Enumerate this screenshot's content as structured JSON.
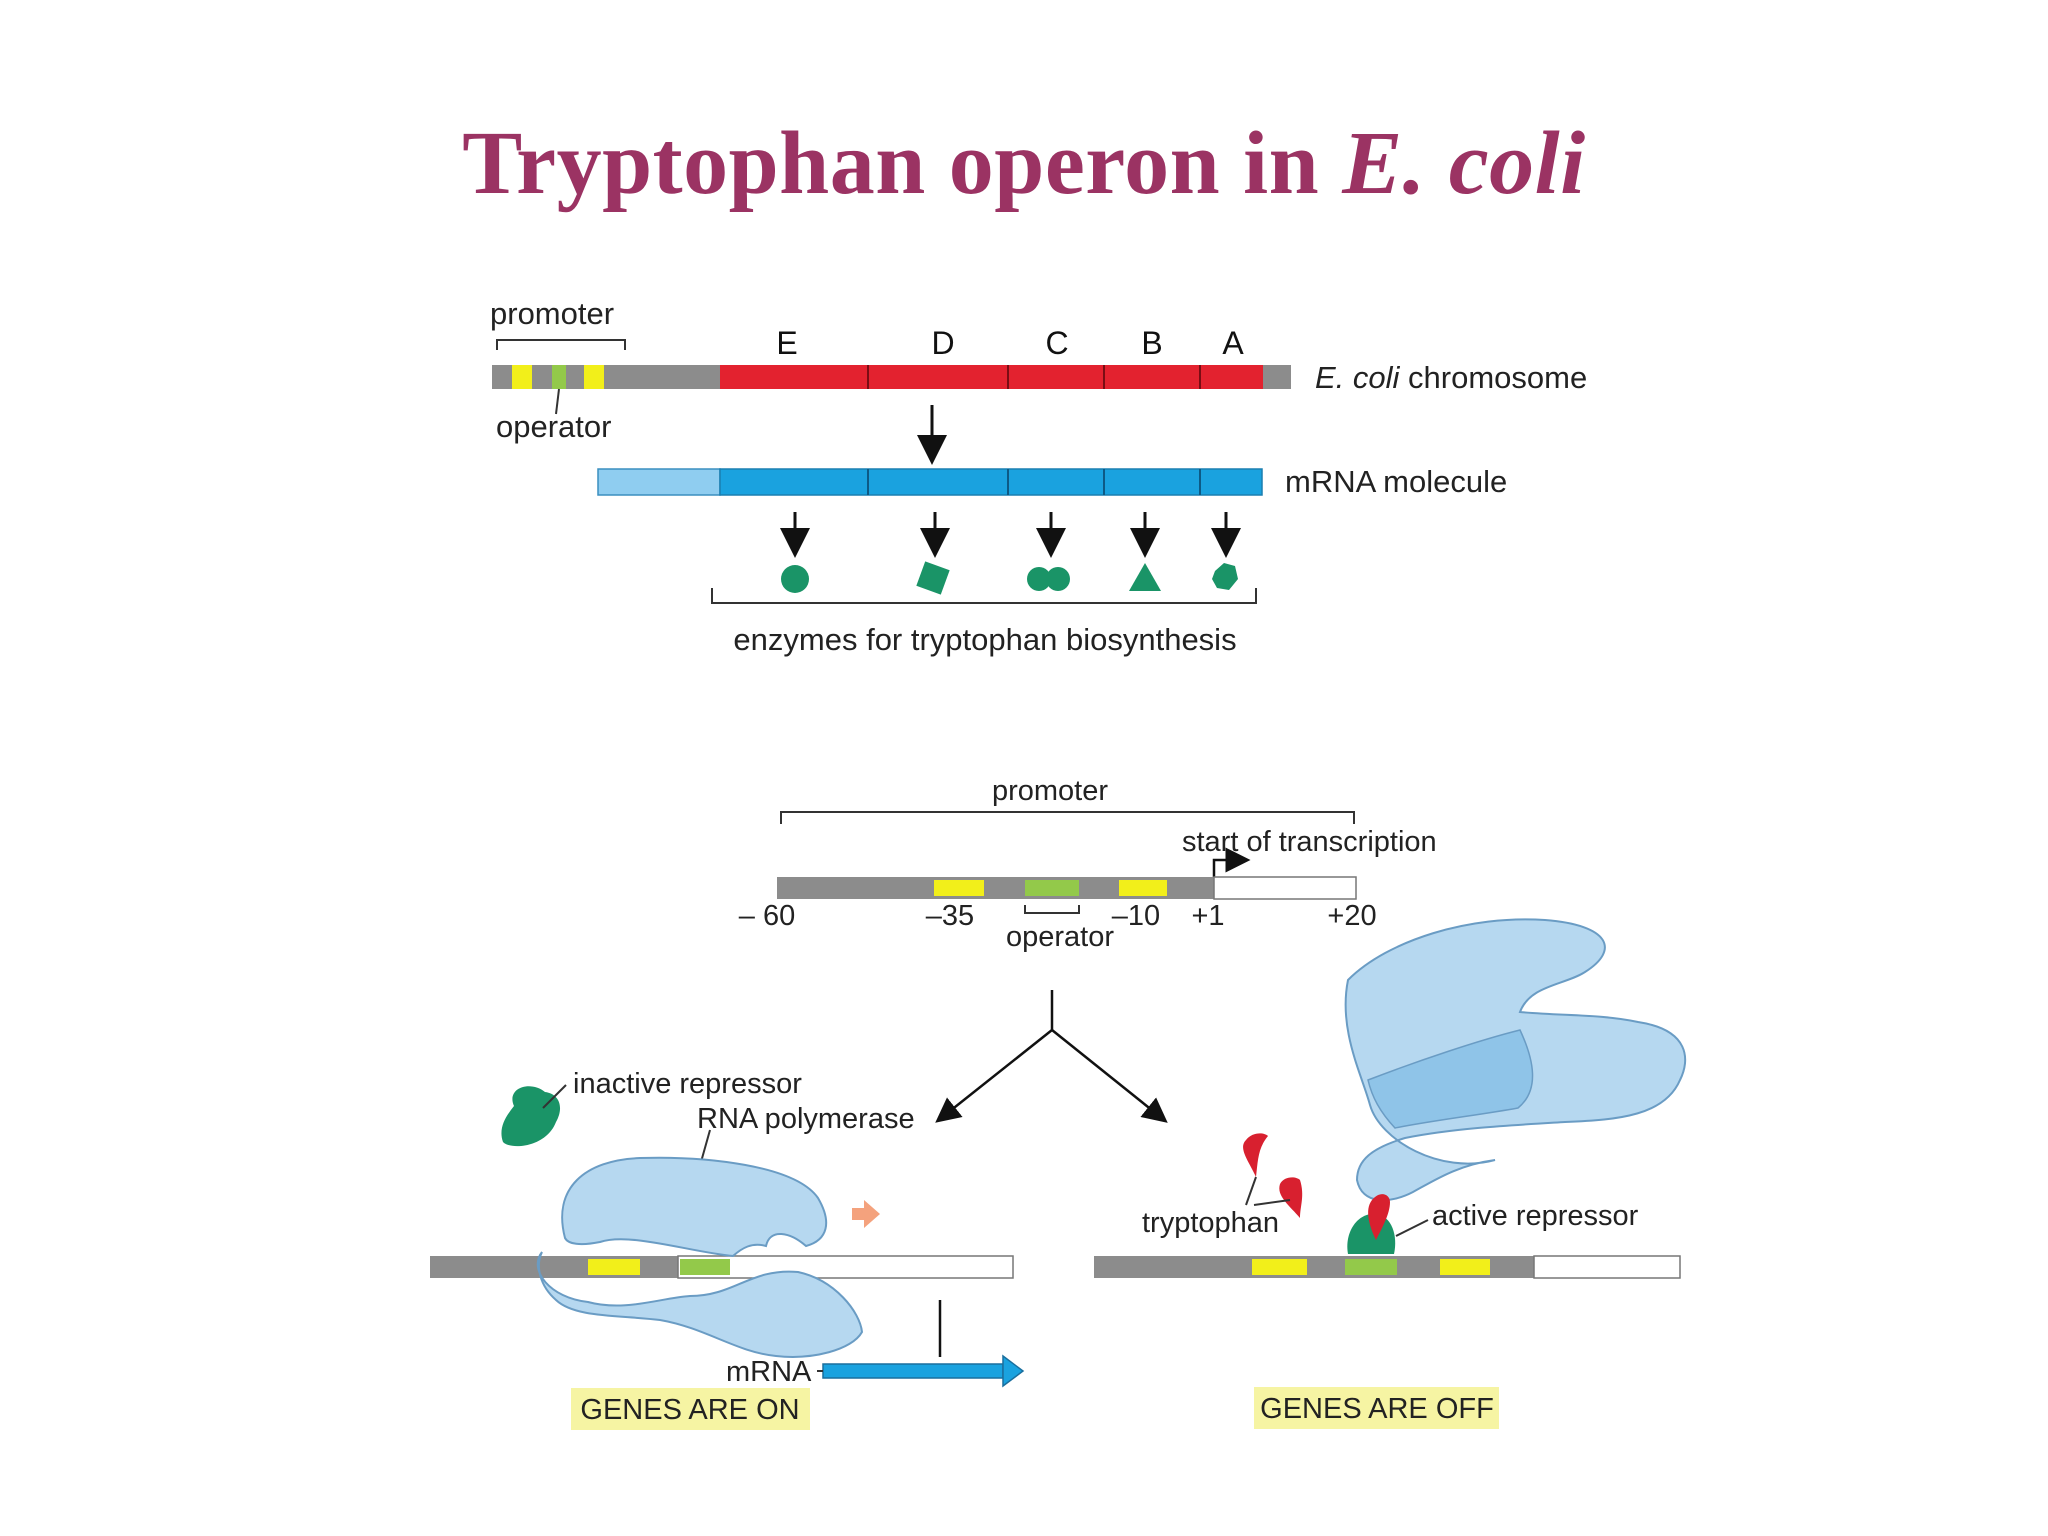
{
  "title": {
    "main": "Tryptophan operon in ",
    "italic": "E. coli"
  },
  "top_panel": {
    "promoter_label": "promoter",
    "operator_label": "operator",
    "genes": [
      "E",
      "D",
      "C",
      "B",
      "A"
    ],
    "chromosome_label_italic": "E. coli",
    "chromosome_label_rest": " chromosome",
    "mrna_label": "mRNA molecule",
    "enzymes_label": "enzymes for tryptophan biosynthesis"
  },
  "bottom_panel": {
    "promoter_label": "promoter",
    "start_label": "start of transcription",
    "positions": [
      "– 60",
      "–35",
      "–10",
      "+1",
      "+20"
    ],
    "operator_label": "operator",
    "inactive_repressor_label": "inactive repressor",
    "rna_polymerase_label": "RNA polymerase",
    "mrna_label": "mRNA",
    "genes_on_label": "GENES ARE ON",
    "tryptophan_label": "tryptophan",
    "active_repressor_label": "active repressor",
    "genes_off_label": "GENES ARE OFF"
  },
  "colors": {
    "title": "#9b3363",
    "gene_red": "#e3222f",
    "mrna_blue": "#1aa2df",
    "mrna_light": "#8fcdf0",
    "dna_gray": "#8c8c8c",
    "yellow": "#f2ef1a",
    "green": "#93c94a",
    "enzyme_green": "#1a9467",
    "polymerase_blue": "#b6d8f0",
    "tryptophan_red": "#d8202f"
  }
}
